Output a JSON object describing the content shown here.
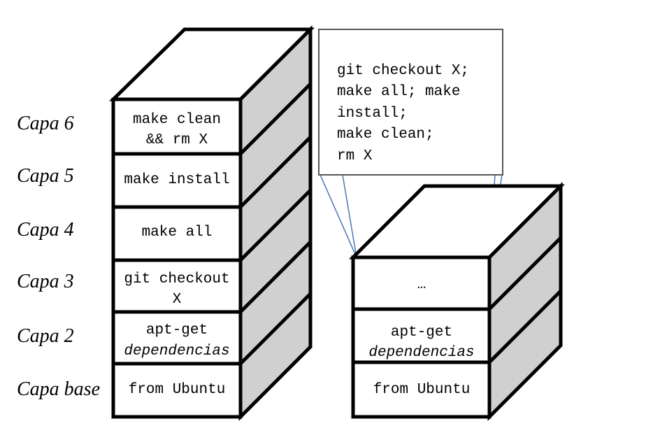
{
  "left_stack": {
    "labels": [
      "Capa 6",
      "Capa 5",
      "Capa 4",
      "Capa 3",
      "Capa 2",
      "Capa base"
    ],
    "layers": [
      {
        "line1": "make clean",
        "line2": "&& rm X"
      },
      {
        "line1": "make install",
        "line2": ""
      },
      {
        "line1": "make all",
        "line2": ""
      },
      {
        "line1": "git checkout",
        "line2": "X"
      },
      {
        "line1": "apt-get",
        "line2": "dependencias"
      },
      {
        "line1": "from Ubuntu",
        "line2": ""
      }
    ]
  },
  "right_stack": {
    "layers": [
      {
        "line1": "…",
        "line2": ""
      },
      {
        "line1": "apt-get",
        "line2": "dependencias"
      },
      {
        "line1": "from Ubuntu",
        "line2": ""
      }
    ]
  },
  "callout": {
    "lines": [
      "git checkout X;",
      "make all; make",
      "install;",
      "make clean;",
      "rm X"
    ]
  }
}
